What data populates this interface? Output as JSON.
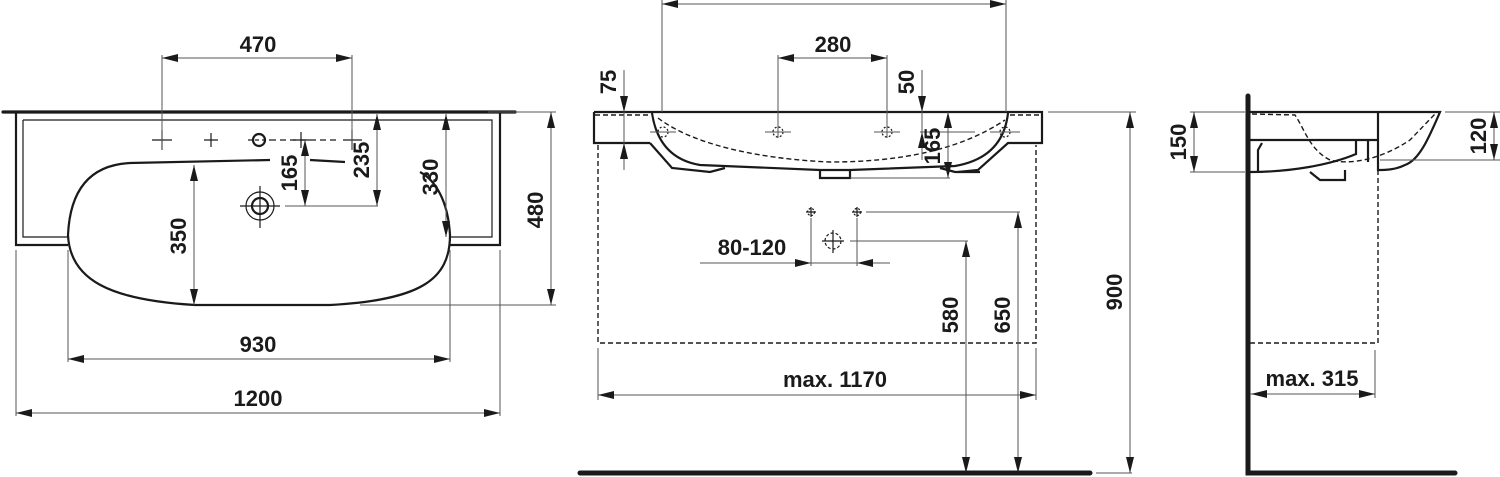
{
  "drawing": {
    "title": "Washbasin dimensional drawing",
    "views": [
      "top-view",
      "front-view",
      "side-view"
    ],
    "colors": {
      "line": "#1a1a1a",
      "dimension_line": "#555555",
      "background": "#ffffff"
    }
  },
  "top_view": {
    "dim_tap_spacing": "470",
    "dim_overflow_to_waste": "165",
    "dim_tap_to_waste": "235",
    "dim_deck_depth": "330",
    "dim_total_depth": "480",
    "dim_bowl_depth": "350",
    "dim_bowl_width": "930",
    "dim_total_width": "1200"
  },
  "front_view": {
    "dim_tap_spacing": "280",
    "dim_rim_thickness": "75",
    "dim_tap_offset": "50",
    "dim_bowl_height": "165",
    "dim_supply_spacing": "80-120",
    "dim_waste_height": "580",
    "dim_supply_height": "650",
    "dim_rim_height": "900",
    "dim_max_cabinet_width": "max. 1170"
  },
  "side_view": {
    "dim_basin_height": "150",
    "dim_front_height": "120",
    "dim_max_cabinet_depth": "max. 315"
  }
}
